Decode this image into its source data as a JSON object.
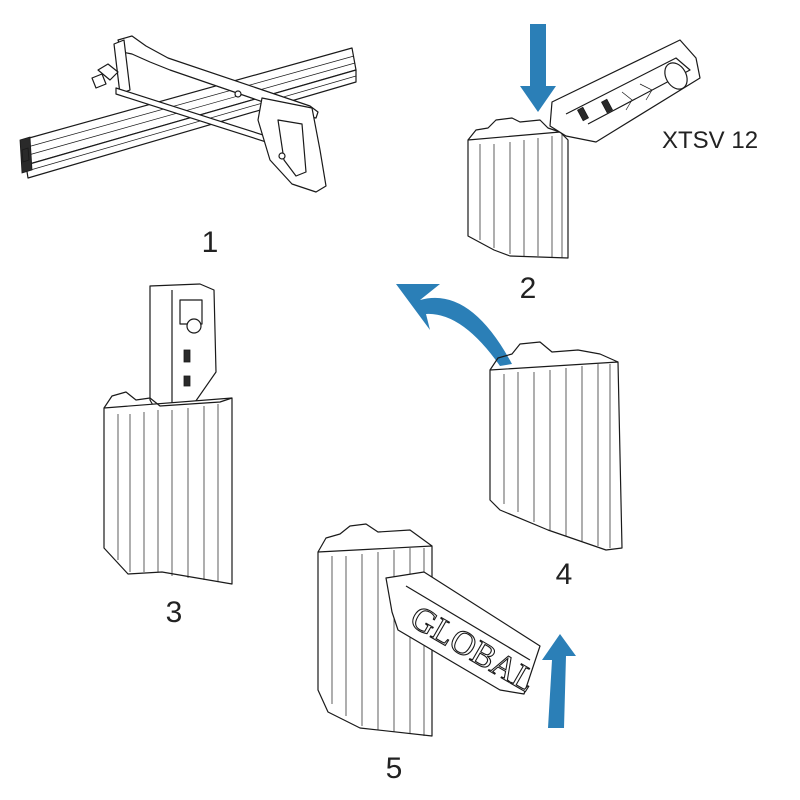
{
  "diagram": {
    "steps": [
      {
        "number": "1",
        "action": "cut"
      },
      {
        "number": "2",
        "action": "insert-connector"
      },
      {
        "number": "3",
        "action": "connector-inserted"
      },
      {
        "number": "4",
        "action": "rotate-out"
      },
      {
        "number": "5",
        "action": "pull-up"
      }
    ],
    "model_label": "XTSV 12",
    "embossed_text": {
      "connector": "GLOBAL"
    },
    "colors": {
      "arrow": "#2b7fb7",
      "line": "#1a1a1a"
    }
  }
}
